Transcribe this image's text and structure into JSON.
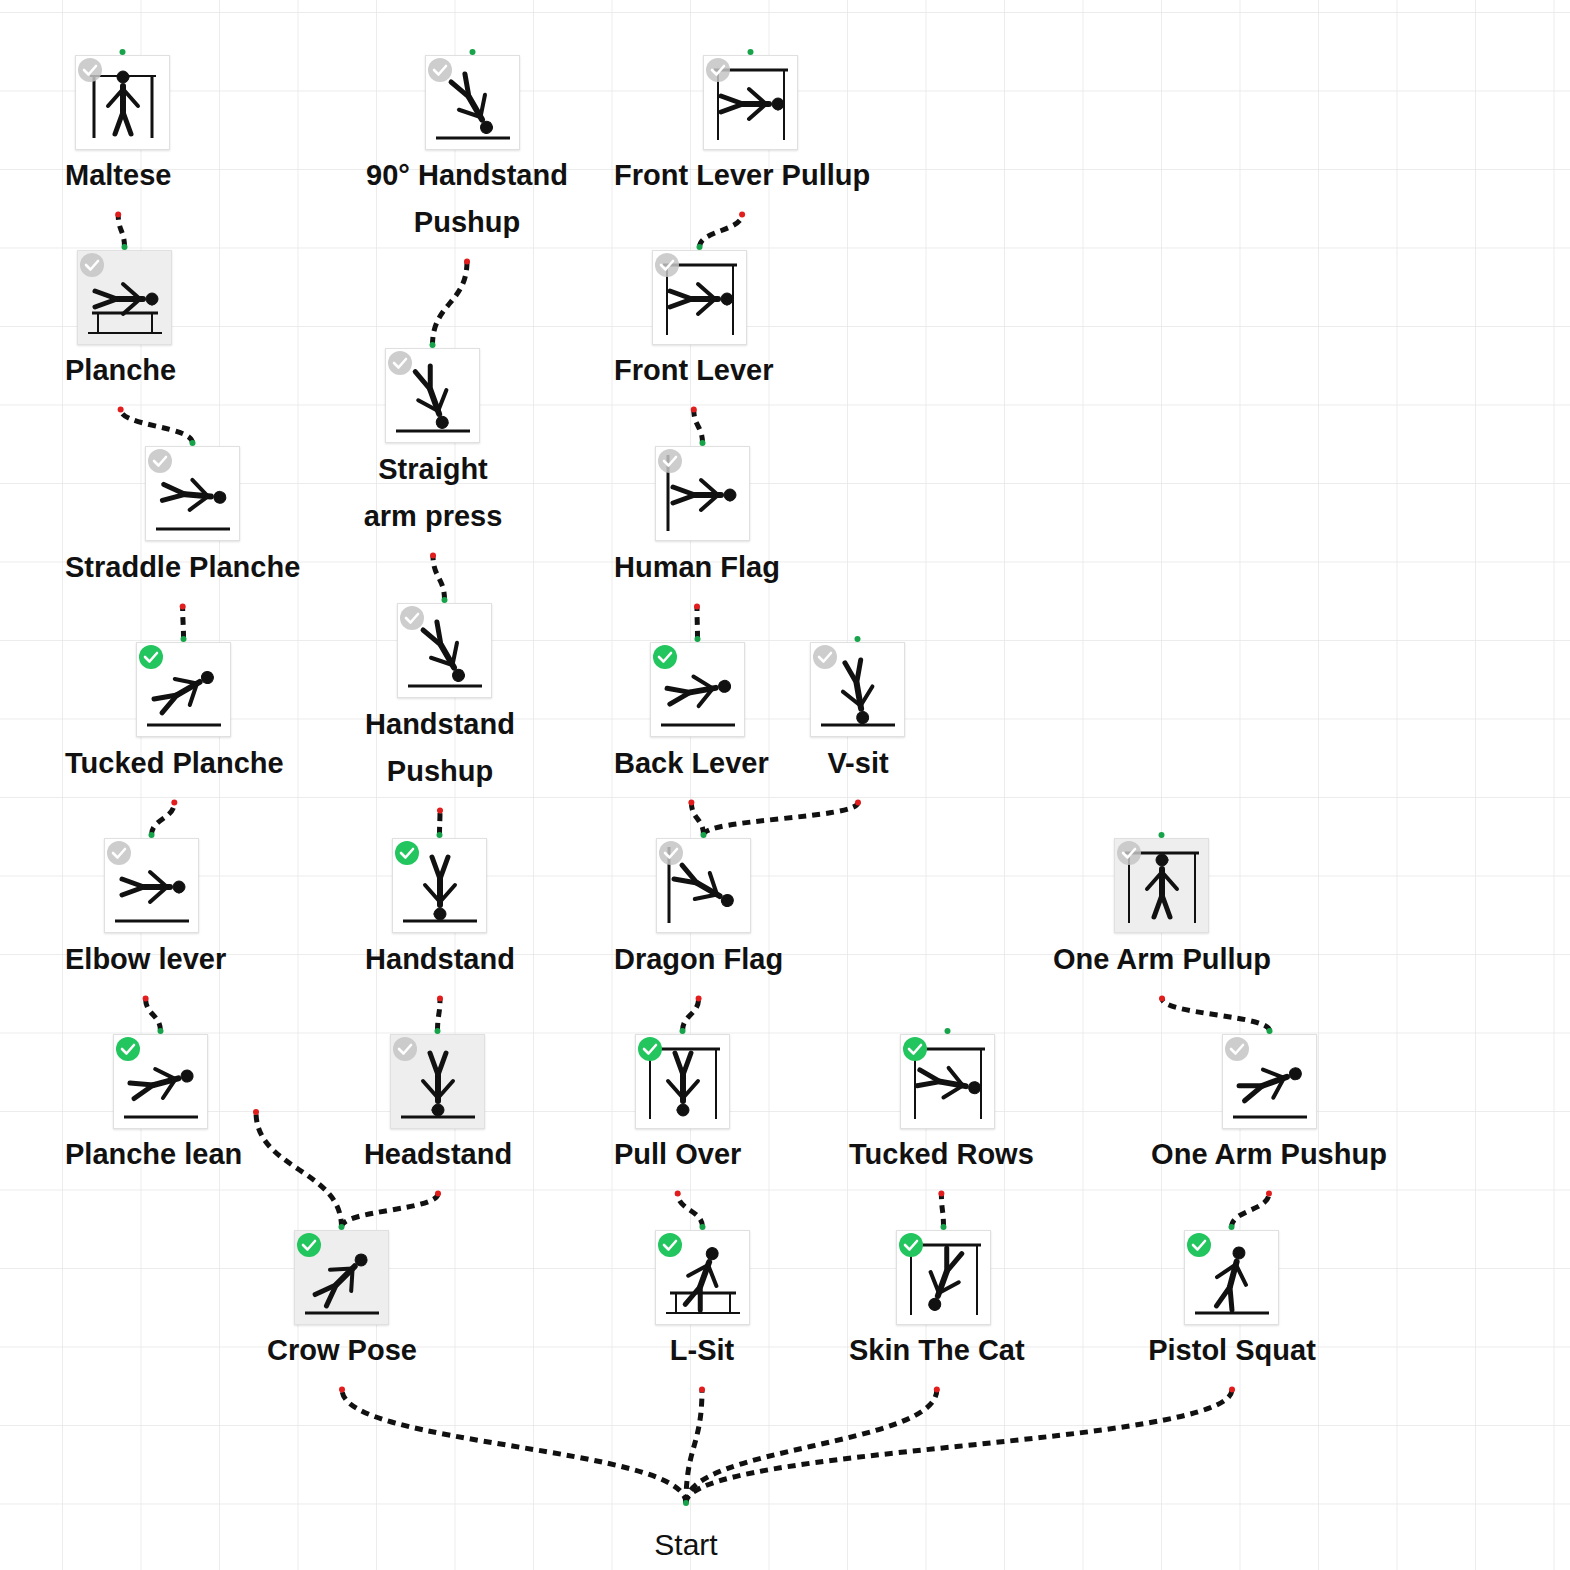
{
  "diagram": {
    "nodes": [
      {
        "text": [
          "Maltese"
        ]
      },
      {
        "text": [
          "90° Handstand Pushup"
        ]
      },
      {
        "text": [
          "Front Lever Pullup"
        ]
      },
      {
        "text": [
          "Planche"
        ]
      },
      {
        "text": [
          "Straight arm press"
        ]
      },
      {
        "text": [
          "Front Lever"
        ]
      },
      {
        "text": [
          "Straddle Planche"
        ]
      },
      {
        "text": [
          "Human Flag"
        ]
      },
      {
        "text": [
          "Tucked Planche"
        ]
      },
      {
        "text": [
          "Handstand Pushup"
        ]
      },
      {
        "text": [
          "Back Lever"
        ]
      },
      {
        "text": [
          "V-sit"
        ]
      },
      {
        "text": [
          "Elbow lever"
        ]
      },
      {
        "text": [
          "Handstand"
        ]
      },
      {
        "text": [
          "Dragon Flag"
        ]
      },
      {
        "text": [
          "One Arm Pullup"
        ]
      },
      {
        "text": [
          "Planche lean"
        ]
      },
      {
        "text": [
          "Headstand"
        ]
      },
      {
        "text": [
          "Pull Over"
        ]
      },
      {
        "text": [
          "Tucked Rows"
        ]
      },
      {
        "text": [
          "One Arm Pushup"
        ]
      },
      {
        "text": [
          "Crow Pose"
        ]
      },
      {
        "text": [
          "L-Sit"
        ]
      },
      {
        "text": [
          "Skin The Cat"
        ]
      },
      {
        "text": [
          "Pistol Squat"
        ]
      },
      {
        "text": [
          "Start"
        ]
      }
    ],
    "edges": [
      {
        "from": 25,
        "to": 21,
        "arrow": "none"
      },
      {
        "from": 25,
        "to": 22,
        "arrow": "none"
      },
      {
        "from": 25,
        "to": 23,
        "arrow": "none"
      },
      {
        "from": 25,
        "to": 24,
        "arrow": "none"
      },
      {
        "from": 21,
        "to": 16,
        "arrow": "none"
      },
      {
        "from": 21,
        "to": 17,
        "arrow": "none"
      },
      {
        "from": 16,
        "to": 12,
        "arrow": "none"
      },
      {
        "from": 12,
        "to": 8,
        "arrow": "none"
      },
      {
        "from": 8,
        "to": 6,
        "arrow": "none"
      },
      {
        "from": 6,
        "to": 3,
        "arrow": "none"
      },
      {
        "from": 3,
        "to": 0,
        "arrow": "none"
      },
      {
        "from": 17,
        "to": 13,
        "arrow": "none"
      },
      {
        "from": 13,
        "to": 9,
        "arrow": "none"
      },
      {
        "from": 9,
        "to": 4,
        "arrow": "none"
      },
      {
        "from": 4,
        "to": 1,
        "arrow": "none"
      },
      {
        "from": 22,
        "to": 18,
        "arrow": "none"
      },
      {
        "from": 18,
        "to": 14,
        "arrow": "none"
      },
      {
        "from": 14,
        "to": 10,
        "arrow": "none"
      },
      {
        "from": 14,
        "to": 11,
        "arrow": "none"
      },
      {
        "from": 10,
        "to": 7,
        "arrow": "none"
      },
      {
        "from": 7,
        "to": 5,
        "arrow": "none"
      },
      {
        "from": 5,
        "to": 2,
        "arrow": "none"
      },
      {
        "from": 23,
        "to": 19,
        "arrow": "none"
      },
      {
        "from": 24,
        "to": 20,
        "arrow": "none"
      },
      {
        "from": 20,
        "to": 15,
        "arrow": "none"
      }
    ]
  }
}
